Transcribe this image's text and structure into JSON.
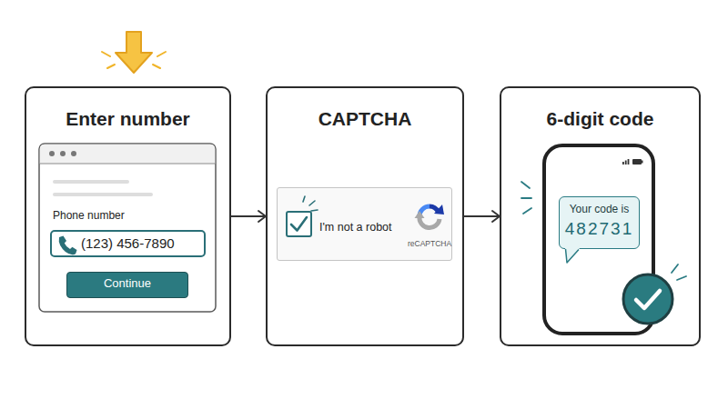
{
  "diagram": {
    "nodes": [
      {
        "text": [
          "Enter number"
        ]
      },
      {
        "text": [
          "Phone number",
          "(123) 456-7890"
        ],
        "in": 0
      },
      {
        "text": [
          "Continue"
        ],
        "in": 0
      },
      {
        "text": [
          "CAPTCHA"
        ]
      },
      {
        "text": [
          "I'm not a robot",
          "reCAPTCHA"
        ],
        "in": 3
      },
      {
        "text": [
          "6-digit code"
        ]
      },
      {
        "text": [
          "Your code is",
          "482731"
        ],
        "in": 5
      }
    ],
    "edges": [
      {
        "from": 0,
        "to": 3,
        "arrow": "to"
      },
      {
        "from": 3,
        "to": 5,
        "arrow": "to"
      }
    ]
  }
}
